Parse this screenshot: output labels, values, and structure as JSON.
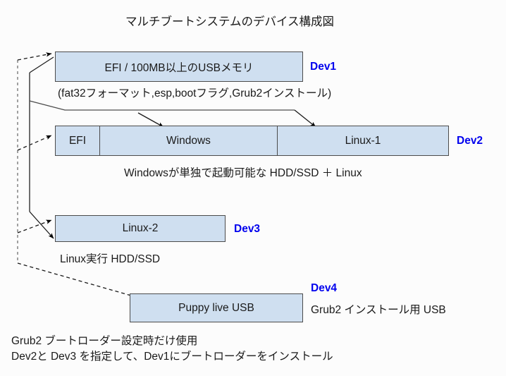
{
  "diagram": {
    "title": "マルチブートシステムのデバイス構成図",
    "background_color": "#fcfcfc",
    "box_fill_color": "#cfdff0",
    "box_border_color": "#4b4b4b",
    "device_tag_color": "#0000ee",
    "text_color": "#1a1a1a",
    "devices": [
      {
        "tag": "Dev1",
        "segments": [
          "EFI / 100MB以上のUSBメモリ"
        ],
        "caption": "(fat32フォーマット,esp,bootフラグ,Grub2インストール)"
      },
      {
        "tag": "Dev2",
        "segments": [
          "EFI",
          "Windows",
          "Linux-1"
        ],
        "caption": "Windowsが単独で起動可能な HDD/SSD ＋ Linux"
      },
      {
        "tag": "Dev3",
        "segments": [
          "Linux-2"
        ],
        "caption": "Linux実行 HDD/SSD"
      },
      {
        "tag": "Dev4",
        "segments": [
          "Puppy live USB"
        ],
        "caption": "Grub2 インストール用 USB"
      }
    ],
    "footer": [
      "Grub2 ブートローダー設定時だけ使用",
      "Dev2と Dev3 を指定して、Dev1にブートローダーをインストール"
    ]
  }
}
